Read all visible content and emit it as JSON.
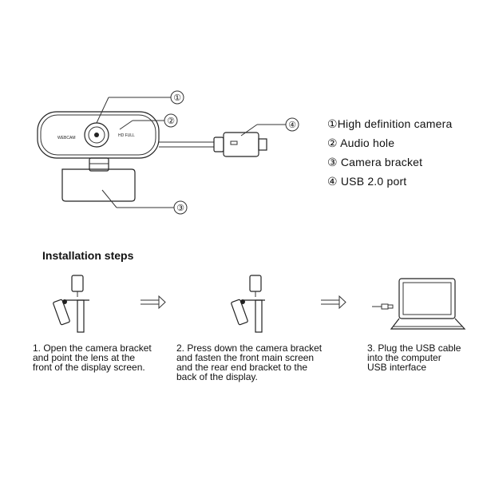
{
  "callouts": [
    "①",
    "②",
    "③",
    "④"
  ],
  "camera": {
    "body_label": "WEBCAM",
    "badge_label": "HD FULL"
  },
  "legend": [
    "①High definition camera",
    "② Audio hole",
    "③ Camera bracket",
    "④ USB 2.0 port"
  ],
  "installation": {
    "title": "Installation steps",
    "steps": [
      "1. Open the camera bracket\nand point the lens at the\nfront of the display screen.",
      "2. Press down the camera bracket\nand fasten the front main screen\nand the rear end bracket to the\nback of the display.",
      "3. Plug the USB cable\ninto the computer\nUSB interface"
    ]
  }
}
